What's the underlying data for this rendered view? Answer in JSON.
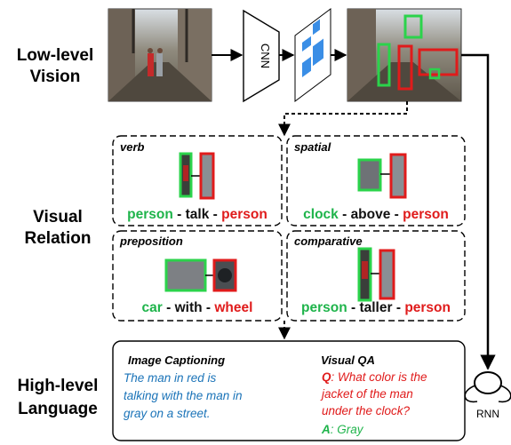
{
  "stages": {
    "low_level": [
      "Low-level",
      "Vision"
    ],
    "visual_relation": [
      "Visual",
      "Relation"
    ],
    "high_level": [
      "High-level",
      "Language"
    ]
  },
  "cnn_label": "CNN",
  "rnn_label": "RNN",
  "relations": [
    {
      "type": "verb",
      "subject": "person",
      "predicate": "talk",
      "object": "person"
    },
    {
      "type": "spatial",
      "subject": "clock",
      "predicate": "above",
      "object": "person"
    },
    {
      "type": "preposition",
      "subject": "car",
      "predicate": "with",
      "object": "wheel"
    },
    {
      "type": "comparative",
      "subject": "person",
      "predicate": "taller",
      "object": "person"
    }
  ],
  "captioning": {
    "title": "Image Captioning",
    "lines": [
      "The man in red is",
      "talking with the man in",
      "gray on a street."
    ]
  },
  "vqa": {
    "title": "Visual QA",
    "q_prefix": "Q",
    "q_lines": [
      ": What color is the",
      "jacket  of the man",
      "under the clock?"
    ],
    "a_prefix": "A",
    "a_text": ": Gray"
  },
  "colors": {
    "subject": "#1fb44b",
    "object": "#e01b1b",
    "caption": "#1a73b8"
  }
}
